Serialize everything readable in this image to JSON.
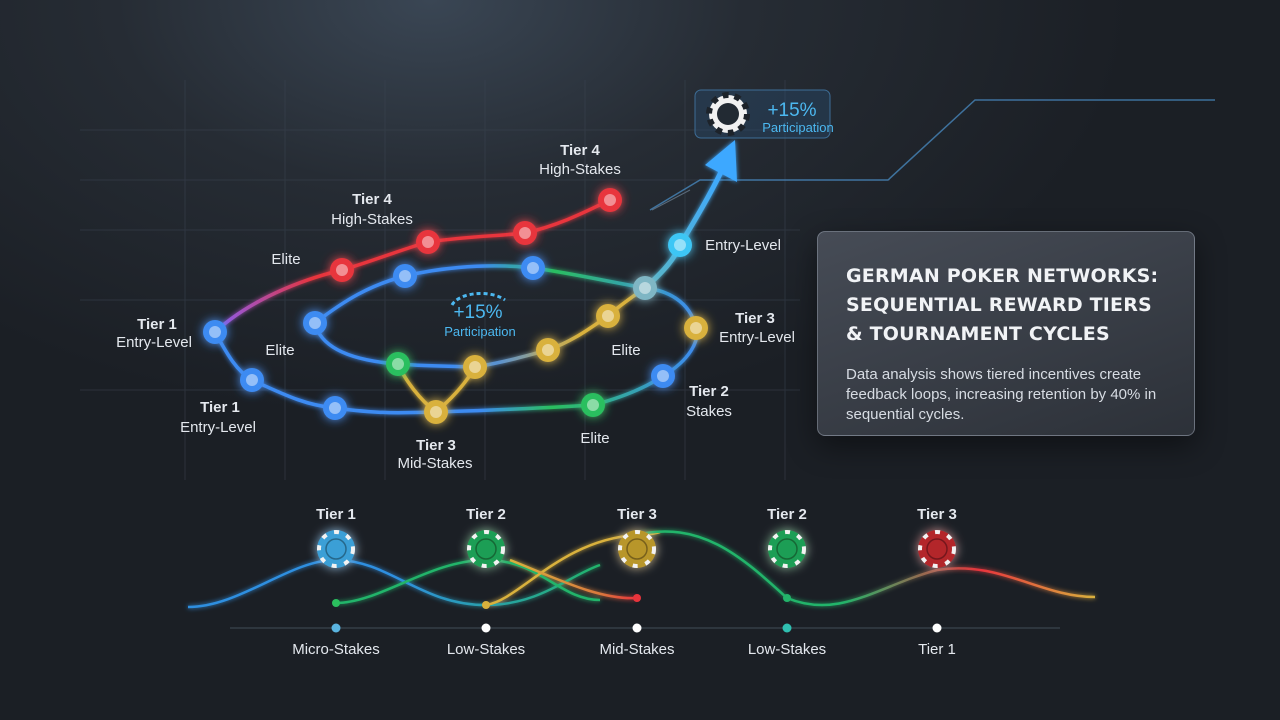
{
  "panel": {
    "title": "GERMAN POKER NETWORKS: SEQUENTIAL REWARD TIERS & TOURNAMENT CYCLES",
    "body": "Data analysis shows tiered incentives create feedback loops, increasing retention by 40% in sequential cycles."
  },
  "callouts": {
    "top": {
      "value": "+15%",
      "label": "Participation"
    },
    "center": {
      "value": "+15%",
      "label": "Participation"
    }
  },
  "spiral_labels": {
    "tier4_left": {
      "line1": "Tier 4",
      "line2": "High-Stakes"
    },
    "tier4_top": {
      "line1": "Tier 4",
      "line2": "High-Stakes"
    },
    "elite_upper": "Elite",
    "elite_mid": "Elite",
    "elite_right": "Elite",
    "elite_bottom": "Elite",
    "tier1_left": {
      "line1": "Tier 1",
      "line2": "Entry-Level"
    },
    "tier1_lower": {
      "line1": "Tier 1",
      "line2": "Entry-Level"
    },
    "tier3_bottom": {
      "line1": "Tier 3",
      "line2": "Mid-Stakes"
    },
    "tier3_right": {
      "line1": "Tier 3",
      "line2": "Entry-Level"
    },
    "tier2_right": {
      "line1": "Tier 2",
      "line2": "Stakes"
    },
    "entry_level_arrow": "Entry-Level"
  },
  "timeline": {
    "chips": [
      {
        "tier": "Tier 1",
        "color": "#3a9fd6"
      },
      {
        "tier": "Tier 2",
        "color": "#1f9e54"
      },
      {
        "tier": "Tier 3",
        "color": "#b8962a"
      },
      {
        "tier": "Tier 2",
        "color": "#1f9e54"
      },
      {
        "tier": "Tier 3",
        "color": "#b3262c"
      }
    ],
    "stakes": [
      "Micro-Stakes",
      "Low-Stakes",
      "Mid-Stakes",
      "Low-Stakes",
      "Tier 1"
    ],
    "stake_dot_colors": [
      "#5ab4e0",
      "#ffffff",
      "#ffffff",
      "#2fbfb0",
      "#ffffff"
    ]
  },
  "colors": {
    "blue": "#3d8bf2",
    "red": "#e8343c",
    "green": "#2bbf5e",
    "gold": "#d9b13c",
    "cyan": "#3ec6f5",
    "accent_text": "#4cb8f0"
  }
}
